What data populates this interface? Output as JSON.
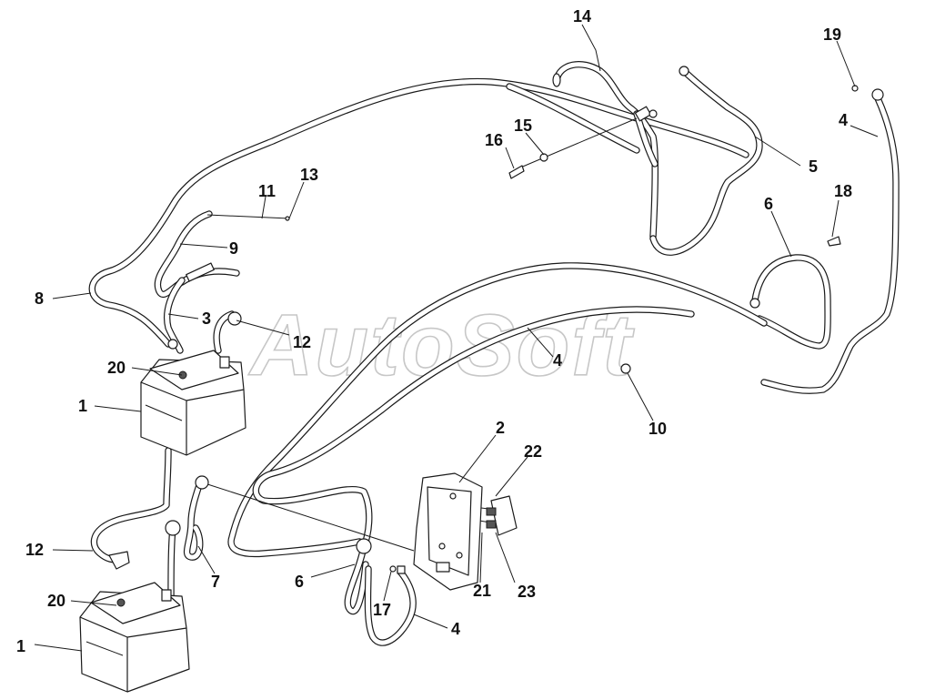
{
  "watermark": "AutoSoft",
  "callouts": [
    "14",
    "19",
    "4",
    "16",
    "15",
    "5",
    "13",
    "11",
    "18",
    "6",
    "9",
    "8",
    "3",
    "12",
    "4",
    "20",
    "1",
    "10",
    "2",
    "22",
    "12",
    "7",
    "6",
    "21",
    "23",
    "20",
    "17",
    "4",
    "1"
  ],
  "colors": {
    "line": "#1a1a1a",
    "background": "#ffffff",
    "watermark_stroke": "#9a9a9a"
  }
}
